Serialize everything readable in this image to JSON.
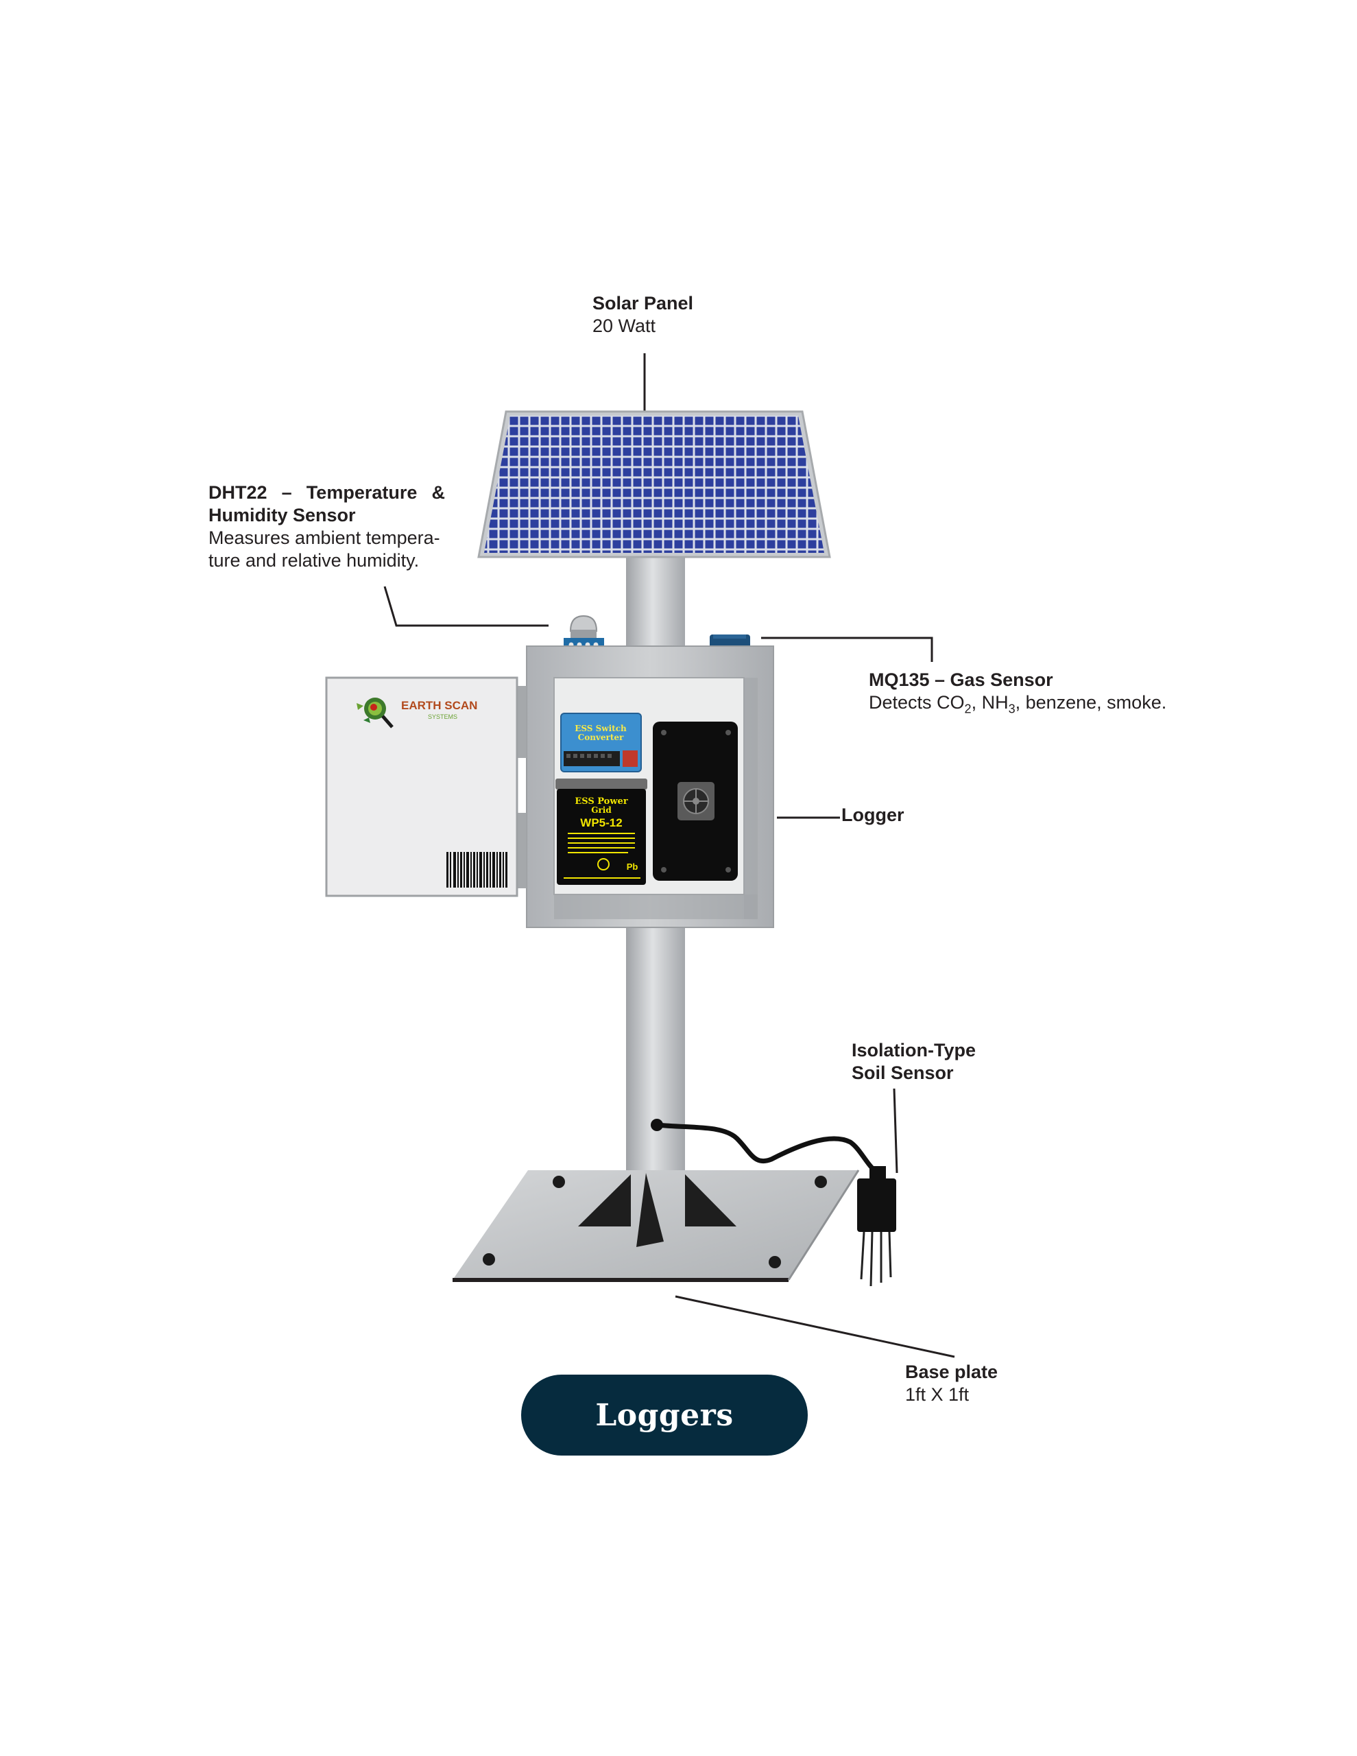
{
  "labels": {
    "solar_panel": {
      "title": "Solar Panel",
      "detail": "20 Watt"
    },
    "dht22": {
      "title_line1": "DHT22 – Temperature &",
      "title_line2": "Humidity Sensor",
      "detail_line1": "Measures ambient tempera-",
      "detail_line2": "ture and relative humidity."
    },
    "mq135": {
      "title": "MQ135 – Gas Sensor",
      "detail_prefix": "Detects CO",
      "co2_sub": "2",
      "detail_mid": ", NH",
      "nh3_sub": "3",
      "detail_suffix": ", benzene, smoke."
    },
    "logger": "Logger",
    "soil_sensor": {
      "title_line1": "Isolation-Type",
      "title_line2": "Soil Sensor"
    },
    "base_plate": {
      "title": "Base plate",
      "detail": "1ft X 1ft"
    }
  },
  "enclosure_door": {
    "brand_line1": "EARTH SCAN",
    "brand_line2": "SYSTEMS"
  },
  "switch_converter": {
    "line1": "ESS Switch",
    "line2": "Converter"
  },
  "battery": {
    "line1": "ESS Power",
    "line2": "Grid",
    "model": "WP5-12",
    "chem": "Pb"
  },
  "title_button": "Loggers",
  "colors": {
    "solar_cell": "#2a3c9a",
    "frame": "#c9ccd0",
    "pole": "#c3c6c9",
    "box": "#b9bcbf",
    "title_bg": "#062b3e",
    "battery_text": "#f2e600"
  }
}
